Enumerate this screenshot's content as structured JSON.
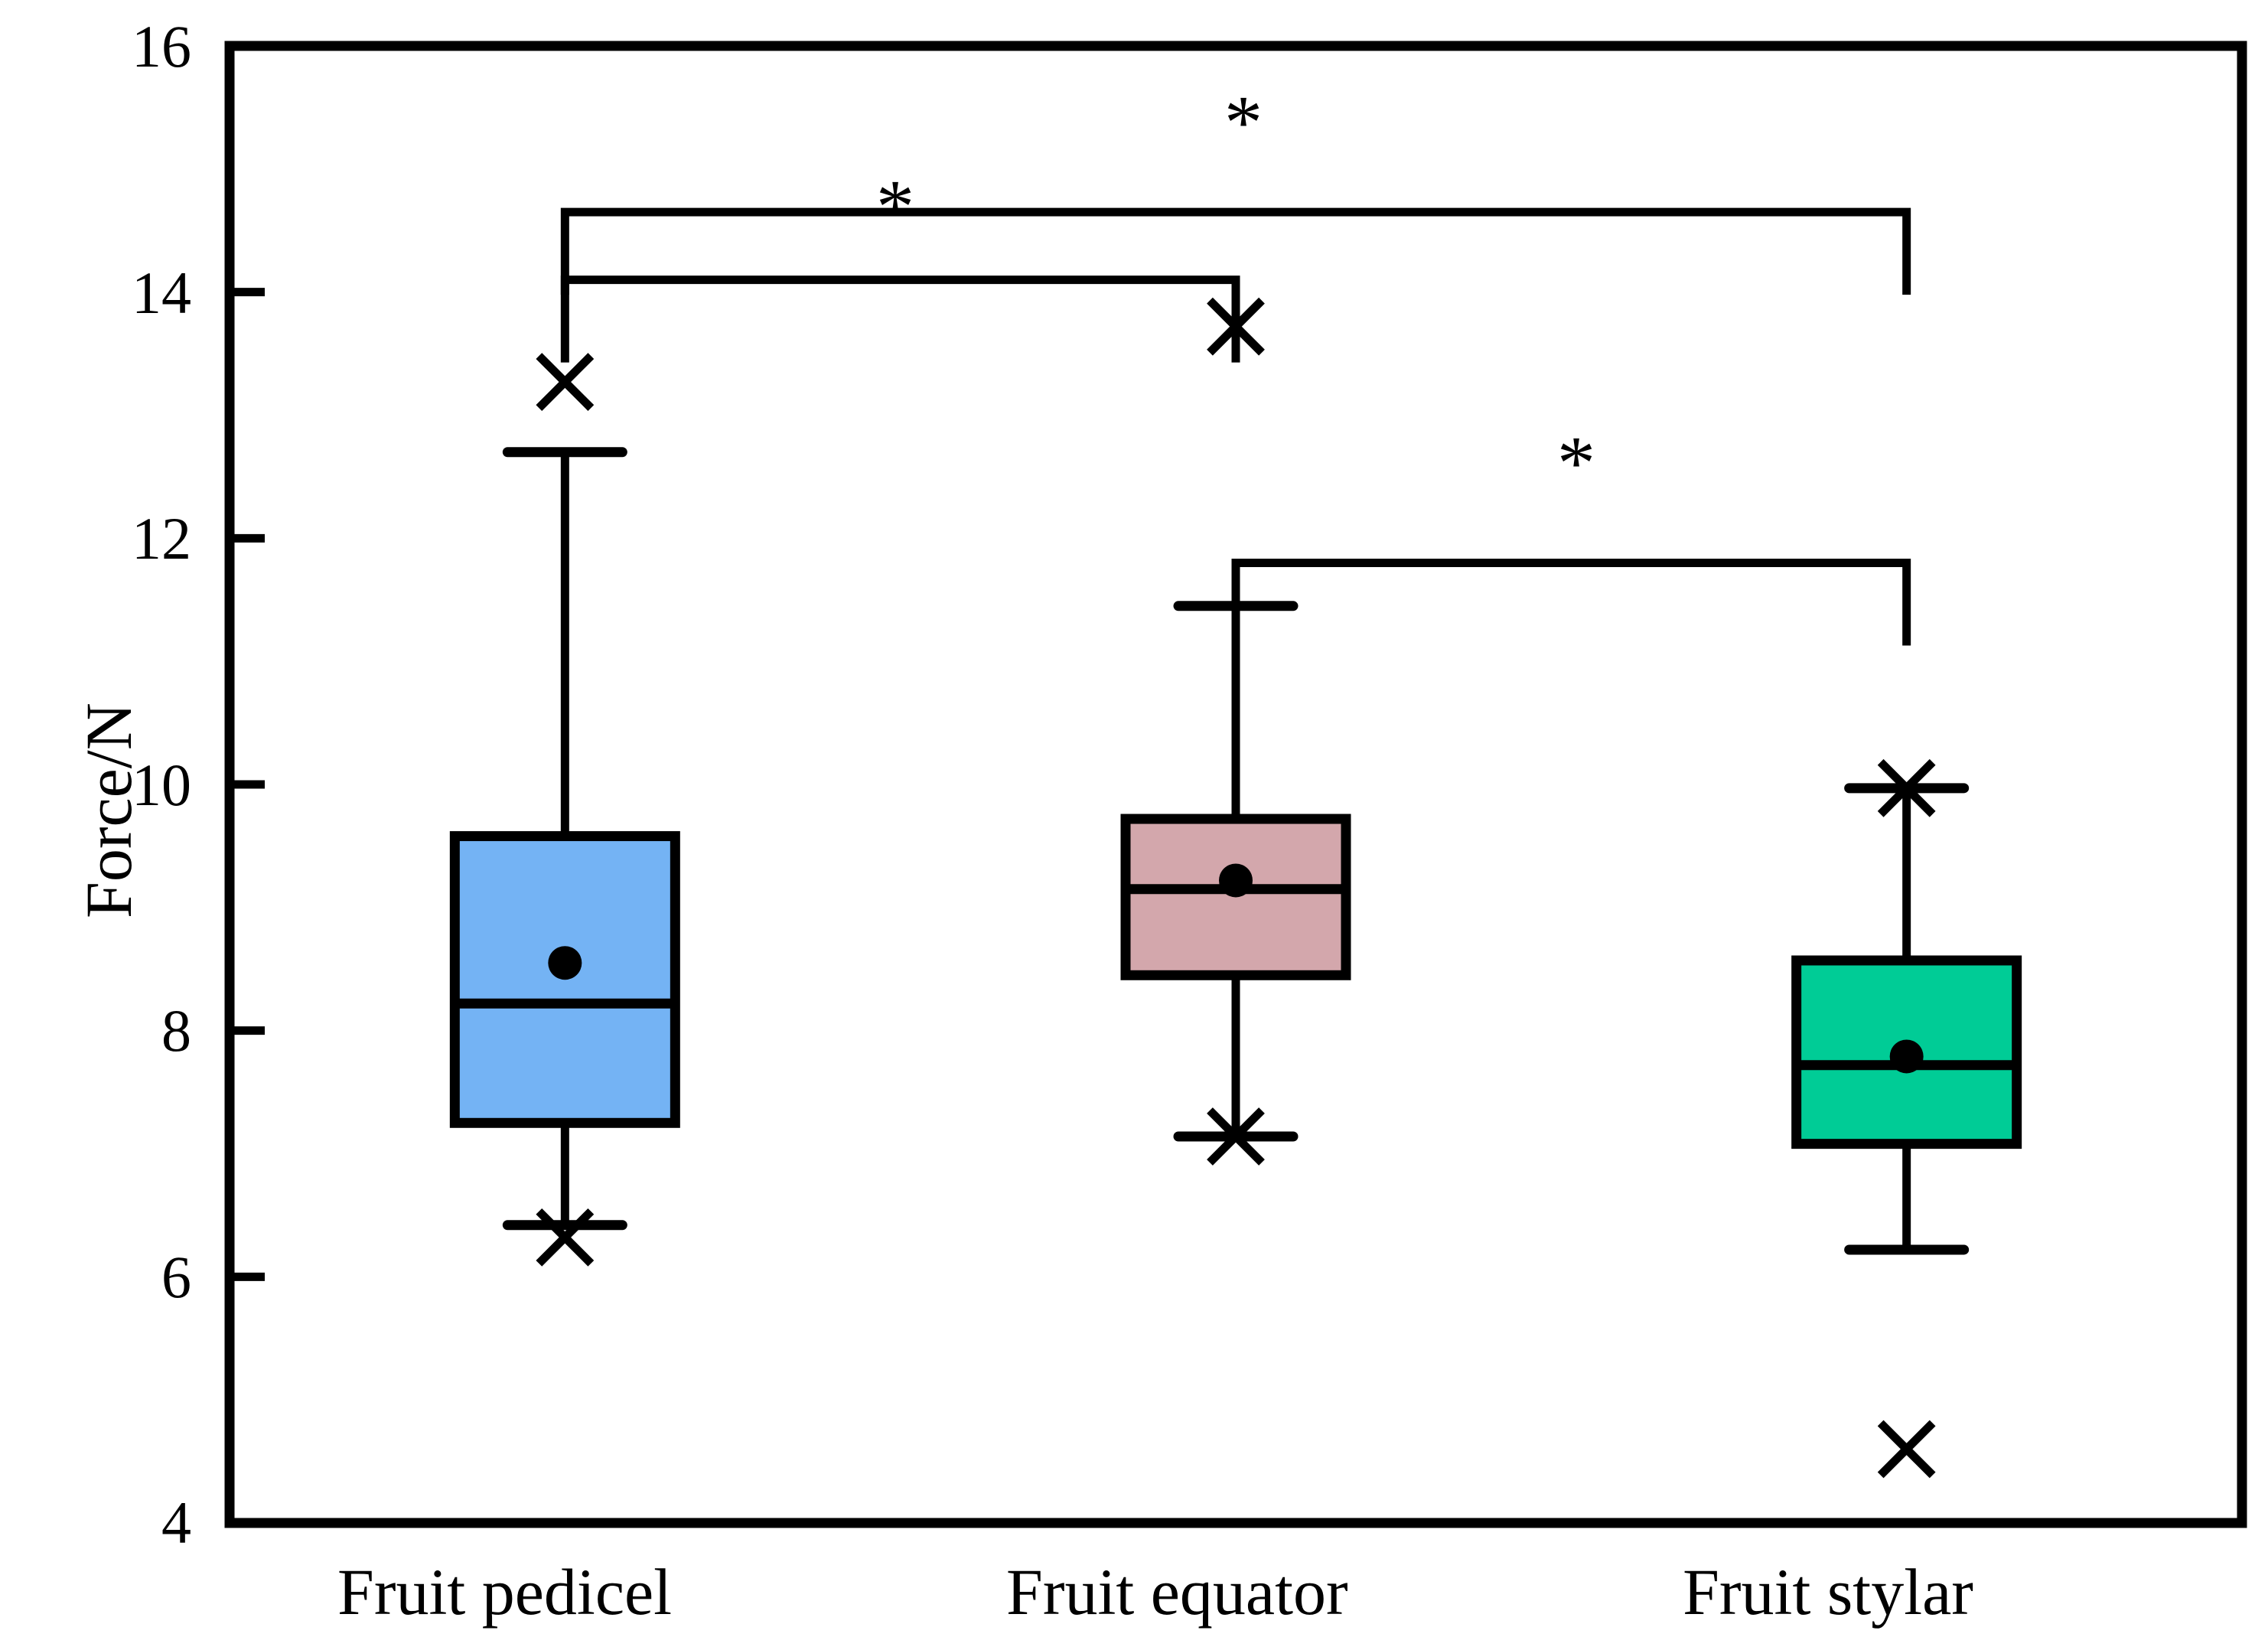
{
  "chart_data": {
    "type": "box",
    "title": "",
    "xlabel": "",
    "ylabel": "Force/N",
    "ylim": [
      4,
      16
    ],
    "yticks": [
      4,
      6,
      8,
      10,
      12,
      14,
      16
    ],
    "ytick_labels": [
      "4",
      "6",
      "8",
      "10",
      "12",
      "14",
      "16"
    ],
    "grid": false,
    "legend": "none",
    "categories": [
      "Fruit pedicel",
      "Fruit equator",
      "Fruit stylar"
    ],
    "colors": {
      "fruit_pedicel": "#74b3f4",
      "fruit_equator": "#d3a7ac",
      "fruit_stylar": "#00cc96",
      "outline": "#000000",
      "background": "#ffffff"
    },
    "boxes": [
      {
        "category": "Fruit pedicel",
        "color": "#74b3f4",
        "whisker_low": 6.42,
        "q1": 7.25,
        "median": 8.22,
        "mean": 8.55,
        "q3": 9.58,
        "whisker_high": 12.7,
        "outliers": [
          13.27,
          6.32
        ]
      },
      {
        "category": "Fruit equator",
        "color": "#d3a7ac",
        "whisker_low": 7.14,
        "q1": 8.45,
        "median": 9.15,
        "mean": 9.22,
        "q3": 9.72,
        "whisker_high": 11.45,
        "outliers": [
          13.72,
          7.14
        ]
      },
      {
        "category": "Fruit stylar",
        "color": "#00cc96",
        "whisker_low": 6.22,
        "q1": 7.08,
        "median": 7.72,
        "mean": 7.79,
        "q3": 8.57,
        "whisker_high": 9.97,
        "outliers": [
          9.97,
          4.6
        ]
      }
    ],
    "significance_brackets": [
      {
        "from": "Fruit pedicel",
        "to": "Fruit stylar",
        "y": 14.65,
        "label": "*"
      },
      {
        "from": "Fruit pedicel",
        "to": "Fruit equator",
        "y": 14.1,
        "label": "*"
      },
      {
        "from": "Fruit equator",
        "to": "Fruit stylar",
        "y": 11.8,
        "label": "*"
      }
    ],
    "markers": {
      "mean": "filled-circle",
      "outlier": "x-cross"
    }
  },
  "axis": {
    "y_label": "Force/N",
    "y_tick_labels": [
      "16",
      "14",
      "12",
      "10",
      "8",
      "6",
      "4"
    ],
    "x_tick_labels": [
      "Fruit pedicel",
      "Fruit equator",
      "Fruit stylar"
    ]
  },
  "annotations": {
    "star_1": "*",
    "star_2": "*",
    "star_3": "*"
  }
}
